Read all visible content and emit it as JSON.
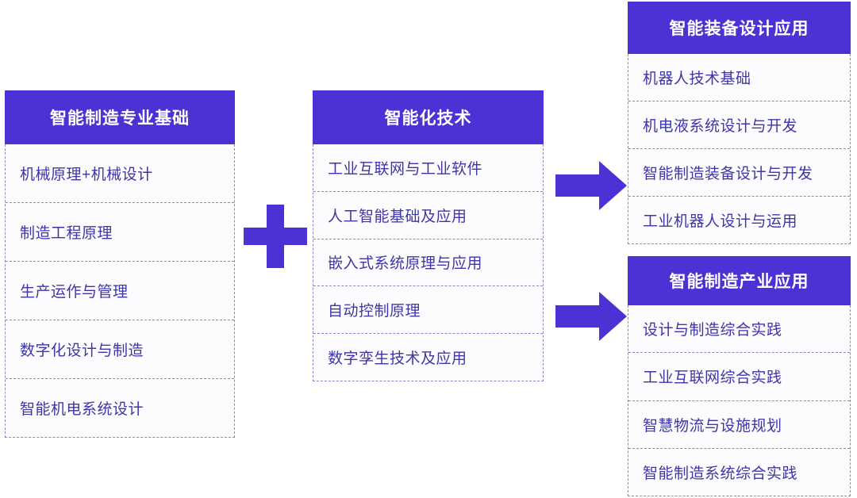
{
  "diagram": {
    "type": "curriculum-flow",
    "accent_color": "#4B32D4",
    "text_color": "#3D35A8",
    "border_color": "#8B86C6",
    "body_bg": "#FCFCFE"
  },
  "blocks": {
    "foundation": {
      "title": "智能制造专业基础",
      "items": [
        "机械原理+机械设计",
        "制造工程原理",
        "生产运作与管理",
        "数字化设计与制造",
        "智能机电系统设计"
      ]
    },
    "intelligent": {
      "title": "智能化技术",
      "items": [
        "工业互联网与工业软件",
        "人工智能基础及应用",
        "嵌入式系统原理与应用",
        "自动控制原理",
        "数字孪生技术及应用"
      ]
    },
    "equipment": {
      "title": "智能装备设计应用",
      "items": [
        "机器人技术基础",
        "机电液系统设计与开发",
        "智能制造装备设计与开发",
        "工业机器人设计与运用"
      ]
    },
    "industry": {
      "title": "智能制造产业应用",
      "items": [
        "设计与制造综合实践",
        "工业互联网综合实践",
        "智慧物流与设施规划",
        "智能制造系统综合实践"
      ]
    }
  },
  "connectors": {
    "plus": {
      "name": "plus-symbol",
      "symbol": "+"
    },
    "arrow_equipment": {
      "name": "arrow-right",
      "symbol": "→"
    },
    "arrow_industry": {
      "name": "arrow-right",
      "symbol": "→"
    }
  }
}
